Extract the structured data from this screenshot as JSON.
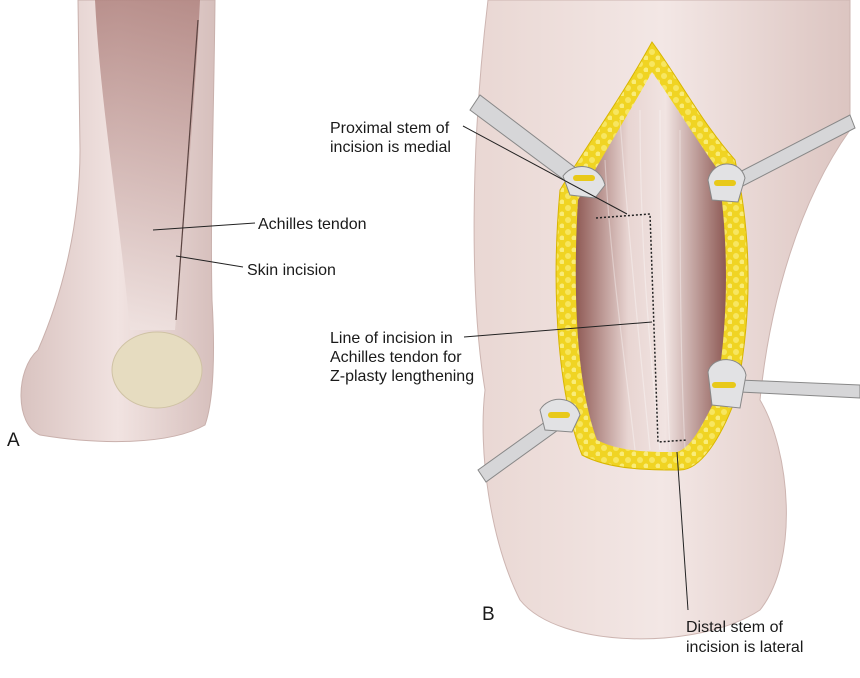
{
  "panels": {
    "a": {
      "letter": "A",
      "labels": {
        "achilles_tendon": "Achilles tendon",
        "skin_incision": "Skin incision"
      }
    },
    "b": {
      "letter": "B",
      "labels": {
        "proximal_line1": "Proximal stem of",
        "proximal_line2": "incision is medial",
        "line_incision_1": "Line of incision in",
        "line_incision_2": "Achilles tendon for",
        "line_incision_3": "Z-plasty lengthening",
        "distal_line1": "Distal stem of",
        "distal_line2": "incision is lateral"
      }
    }
  },
  "colors": {
    "skin": "#ecdcd8",
    "tendon": "#b98a84",
    "fat": "#f2d92a",
    "heel_pad": "#e6dcc0",
    "retractor": "#d6d6d8"
  }
}
